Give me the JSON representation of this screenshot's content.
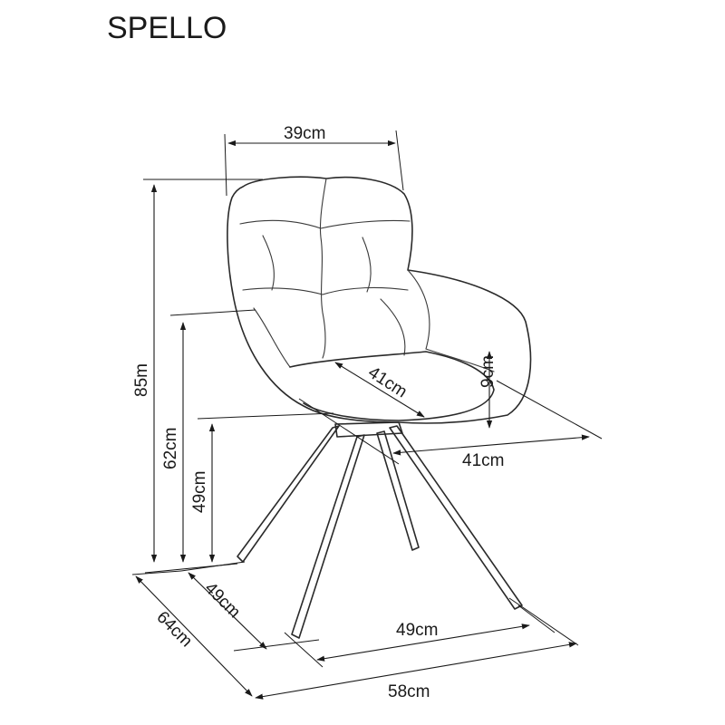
{
  "title": "SPELLO",
  "dimensions": {
    "back_width": "39cm",
    "total_height": "85m",
    "armrest_height": "62cm",
    "seat_height": "49cm",
    "seat_depth": "41cm",
    "armrest_rise": "9cm",
    "seat_width": "41cm",
    "base_depth": "49cm",
    "total_depth": "64cm",
    "base_width": "49cm",
    "total_width": "58cm"
  }
}
